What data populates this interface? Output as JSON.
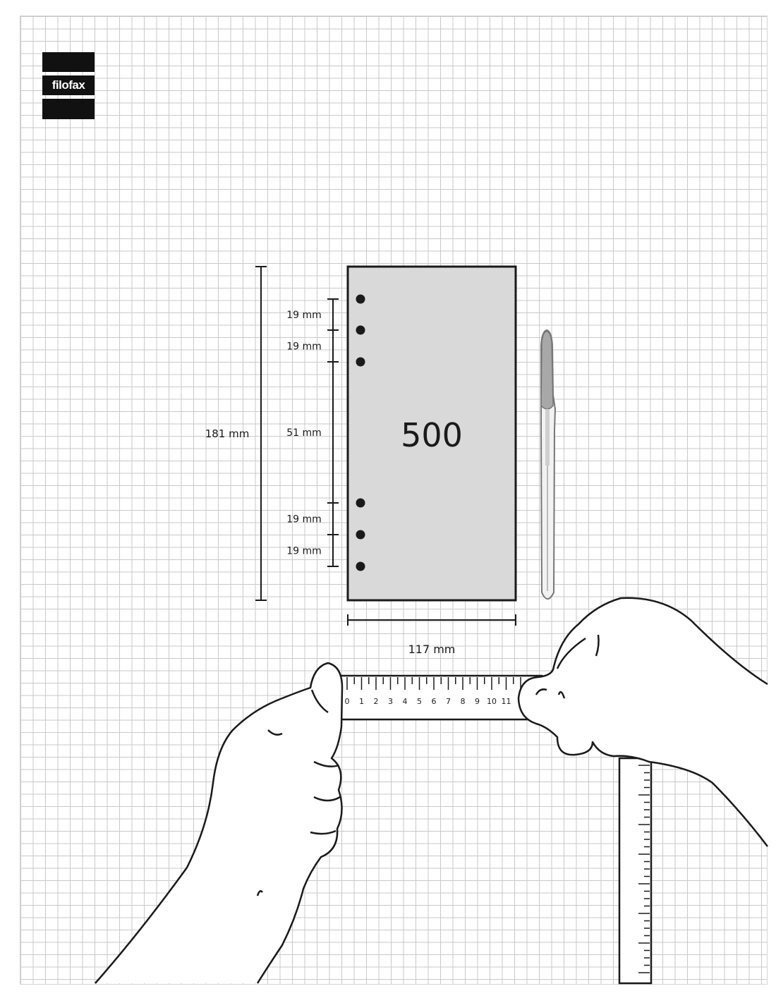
{
  "brand": "filofax",
  "page_size_number": "500",
  "dimensions": {
    "total_height": "181 mm",
    "total_width": "117 mm",
    "hole_spacings": [
      "19 mm",
      "19 mm",
      "51 mm",
      "19 mm",
      "19 mm"
    ]
  },
  "ruler_numbers": [
    "0",
    "1",
    "2",
    "3",
    "4",
    "5",
    "6",
    "7",
    "8",
    "9",
    "10",
    "11"
  ],
  "colors": {
    "page_fill": "#d9d9d9",
    "line": "#1a1a1a",
    "grid": "#c9c9c9"
  }
}
